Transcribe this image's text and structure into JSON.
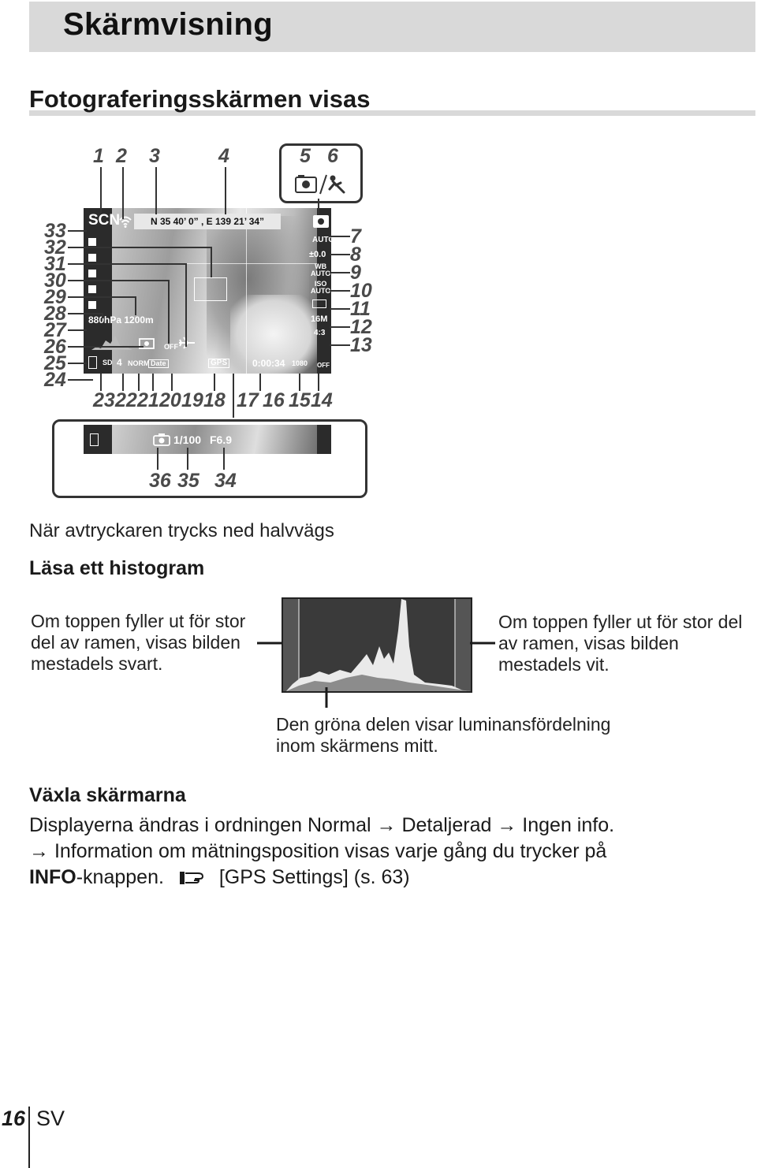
{
  "header": {
    "title": "Skärmvisning"
  },
  "section": {
    "title": "Fotograferingsskärmen visas"
  },
  "callouts": {
    "top": [
      "1",
      "2",
      "3",
      "4",
      "5",
      "6"
    ],
    "left": [
      "33",
      "32",
      "31",
      "30",
      "29",
      "28",
      "27",
      "26",
      "25",
      "24"
    ],
    "right": [
      "7",
      "8",
      "9",
      "10",
      "11",
      "12",
      "13"
    ],
    "bottom": [
      "23",
      "22",
      "21",
      "20",
      "19",
      "18",
      "17",
      "16",
      "15",
      "14"
    ],
    "second": [
      "36",
      "35",
      "34"
    ]
  },
  "display": {
    "gps_coords": "N 35  40’ 0” , E 139  21’ 34”",
    "scene_mode": "SCN",
    "pressure_altitude": "880hPa 1200m",
    "flash": "AUTO",
    "exposure": "±0.0",
    "wb": "WB\nAUTO",
    "iso": "ISO\nAUTO",
    "image_size": "16M",
    "aspect": "4:3",
    "shots_left": "4",
    "quality": "NORM",
    "date_stamp": "Date",
    "gps_badge": "GPS",
    "movie_time": "0:00:34",
    "movie_size": "1080",
    "wind_filter": "OFF",
    "stabilizer_off": "OFF",
    "sd_card": "SD",
    "shutter": "1/100",
    "aperture": "F6.9"
  },
  "caption_half_press": "När avtryckaren trycks ned halvvägs",
  "histogram": {
    "title": "Läsa ett histogram",
    "left_text": "Om toppen fyller ut för stor del av ramen, visas bilden mestadels svart.",
    "right_text": "Om toppen fyller ut för stor del av ramen, visas bilden mestadels vit.",
    "green_text_1": "Den gröna delen visar luminansfördelning",
    "green_text_2": "inom skärmens mitt."
  },
  "switch": {
    "title": "Växla skärmarna",
    "line1": "Displayerna ändras i ordningen Normal → Detaljerad → Ingen info.",
    "line2": "→ Information om mätningsposition visas varje gång du trycker på",
    "line3_bold": "INFO",
    "line3_rest": "-knappen.",
    "line3_ref": "[GPS Settings] (s. 63)"
  },
  "footer": {
    "page_number": "16",
    "lang": "SV"
  }
}
